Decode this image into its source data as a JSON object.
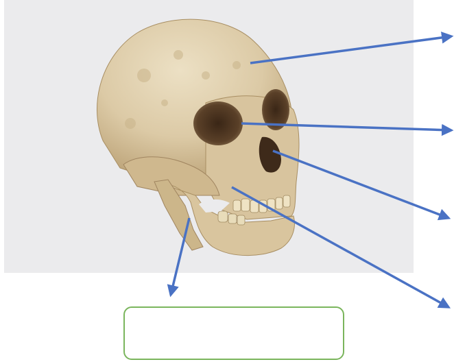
{
  "colors": {
    "photo_background": "#ebebed",
    "arrow": "#4a72c4",
    "answer_box_border": "#7ab55c",
    "bone": "#dccaa6"
  },
  "image": {
    "subject": "skull-photo"
  },
  "arrows": [
    {
      "target": "cranium",
      "direction": "right"
    },
    {
      "target": "eye-socket",
      "direction": "right"
    },
    {
      "target": "nasal-cavity",
      "direction": "right"
    },
    {
      "target": "maxilla",
      "direction": "down-right"
    },
    {
      "target": "mandible",
      "direction": "down"
    }
  ],
  "answer_box": {
    "value": ""
  }
}
